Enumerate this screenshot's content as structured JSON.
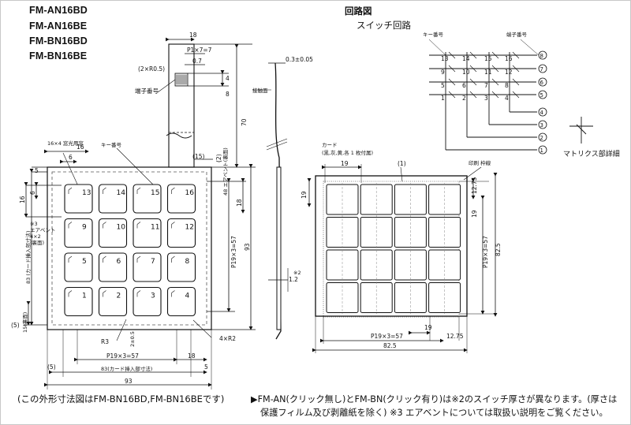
{
  "models": [
    "FM-AN16BD",
    "FM-AN16BE",
    "FM-BN16BD",
    "FM-BN16BE"
  ],
  "circuit": {
    "title": "回路図",
    "subtitle": "スイッチ回路",
    "key_no": "キー番号",
    "terminal_no": "端子番号",
    "matrix_detail": "マトリクス部詳細",
    "grid": [
      [
        "13",
        "14",
        "15",
        "16"
      ],
      [
        "9",
        "10",
        "11",
        "12"
      ],
      [
        "5",
        "6",
        "7",
        "8"
      ],
      [
        "1",
        "2",
        "3",
        "4"
      ]
    ],
    "terminals": [
      "⑧",
      "⑦",
      "⑥",
      "⑤",
      "④",
      "③",
      "②",
      "①"
    ]
  },
  "front": {
    "keys": [
      "13",
      "14",
      "15",
      "16",
      "9",
      "10",
      "11",
      "12",
      "5",
      "6",
      "7",
      "8",
      "1",
      "2",
      "3",
      "4"
    ],
    "labels": {
      "window": "16×4 窓光用窓",
      "key_no": "キー番号",
      "terminal_no": "端子番号",
      "r05": "(2×R0.5)",
      "p1": "P1×7=7",
      "d07": "0.7",
      "d18": "18",
      "d16": "16",
      "d6": "6",
      "d5": "5",
      "d15p": "(15)",
      "d2p": "(2)",
      "d70": "70",
      "d18v": "18",
      "d4": "4",
      "d8": "8",
      "d16v": "16",
      "d6v": "6",
      "p19": "P19×3=57",
      "d93": "93",
      "d48": "48 エアベント(裏面)",
      "airvent": "※3\nエアベント\n4×2\n(裏面)",
      "d83v": "83 (カード挿入部寸法)",
      "d15a": "15(裏面)",
      "d2": "2",
      "d5v": "(5)",
      "r3": "R3",
      "r2": "4×R2",
      "d2b": "2±0.5",
      "p19h": "P19×3=57",
      "d18h": "18",
      "d83h": "83(カード挿入部寸法)",
      "d93h": "93",
      "d5p": "(5)",
      "d5b": "5"
    }
  },
  "side": {
    "t03": "0.3±0.05",
    "seal": "接触面",
    "note2": "※2",
    "t12": "1.2"
  },
  "card": {
    "caption1": "カード",
    "caption2": "(黒,灰,黄,各 1 枚付属)",
    "print": "印刷 枠線",
    "d19a": "19",
    "d1": "(1)",
    "d1275": "12.75",
    "d19v": "19",
    "p19v": "P19×3=57",
    "d825v": "82.5",
    "d19b": "19",
    "p19h": "P19×3=57",
    "d1275h": "12.75",
    "d825h": "82.5"
  },
  "footer": {
    "left": "(この外形寸法図はFM-BN16BD,FM-BN16BEです)",
    "right1": "▶FM-AN(クリック無し)とFM-BN(クリック有り)は※2のスイッチ厚さが異なります。(厚さは",
    "right2": "保護フィルム及び剥離紙を除く) ※3 エアベントについては取扱い説明をご覧ください。"
  }
}
